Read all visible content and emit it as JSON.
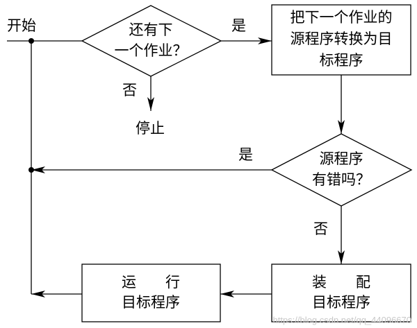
{
  "labels": {
    "start": "开始",
    "yes_1": "是",
    "no_1": "否",
    "stop": "停止",
    "yes_2": "是",
    "no_2": "否"
  },
  "nodes": {
    "decision_next_job": [
      "还有下",
      "一个作业？"
    ],
    "convert_box": [
      "把下一个作业的",
      "源程序转换为目",
      "标程序"
    ],
    "decision_errors": [
      "源程序",
      "有错吗？"
    ],
    "assemble_box": [
      "装　　配",
      "目标程序"
    ],
    "run_box": [
      "运　　行",
      "目标程序"
    ]
  },
  "watermark": "https://blog.csdn.net/qq_44096670"
}
